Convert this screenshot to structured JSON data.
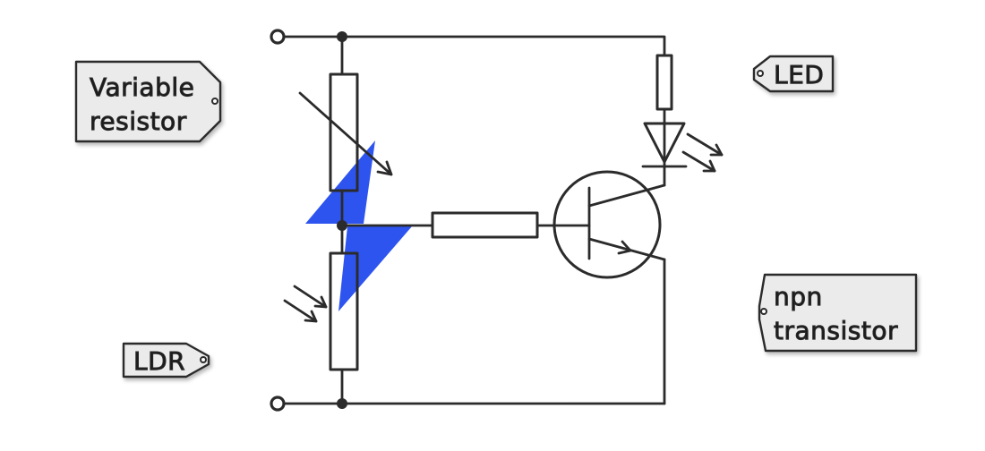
{
  "labels": {
    "variable_resistor": {
      "line1": "Variable",
      "line2": "resistor"
    },
    "led": "LED",
    "ldr": "LDR",
    "npn_transistor": {
      "line1": "npn",
      "line2": "transistor"
    }
  },
  "colors": {
    "wire": "#2b2b2b",
    "highlight_blue": "#2e54f0",
    "tag_fill": "#ebebeb"
  },
  "icons": {
    "lightning_bolt": "lightning-bolt",
    "variable_resistor_symbol": "box-with-diagonal-arrow",
    "ldr_symbol": "box-with-incoming-light-arrows",
    "led_symbol": "triangle-diode-with-emitted-light-arrows",
    "npn_transistor_symbol": "circle-with-base-bar-and-emitter-arrow",
    "terminal": "open-circle",
    "junction": "filled-dot"
  },
  "components": [
    {
      "name": "variable-resistor"
    },
    {
      "name": "ldr"
    },
    {
      "name": "base-resistor"
    },
    {
      "name": "led-series-resistor"
    },
    {
      "name": "led"
    },
    {
      "name": "npn-transistor"
    }
  ]
}
